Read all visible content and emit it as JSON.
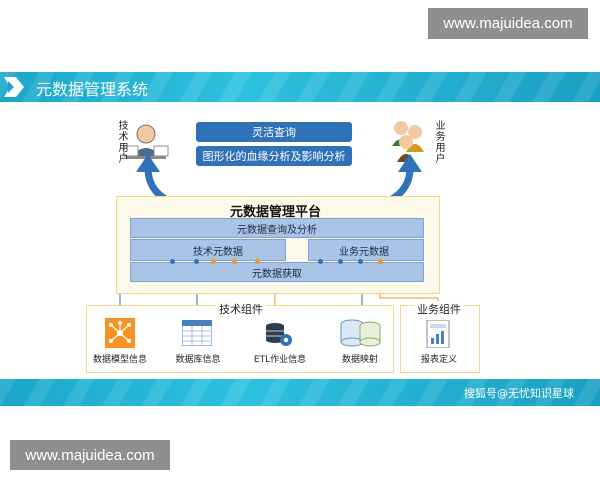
{
  "watermarks": {
    "top": "www.majuidea.com",
    "bottom": "www.majuidea.com"
  },
  "header": {
    "title": "元数据管理系统"
  },
  "users": {
    "tech": [
      "技",
      "术",
      "用",
      "户"
    ],
    "business": [
      "业",
      "务",
      "用",
      "户"
    ]
  },
  "query_boxes": {
    "flexible": "灵活查询",
    "lineage": "图形化的血缘分析及影响分析"
  },
  "platform": {
    "title": "元数据管理平台",
    "query_bar": "元数据查询及分析",
    "tech_meta": "技术元数据",
    "biz_meta": "业务元数据",
    "fetch_bar": "元数据获取"
  },
  "components": {
    "tech_title": "技术组件",
    "biz_title": "业务组件",
    "items": [
      "数据模型信息",
      "数据库信息",
      "ETL作业信息",
      "数据映射"
    ],
    "report": "报表定义"
  },
  "footer": {
    "credit": "搜狐号@无忧知识星球"
  },
  "colors": {
    "accent_cyan": "#1aa6c9",
    "arrow_blue": "#2f72b8",
    "orange": "#f7931e",
    "panel_yellow": "#f0d889"
  }
}
